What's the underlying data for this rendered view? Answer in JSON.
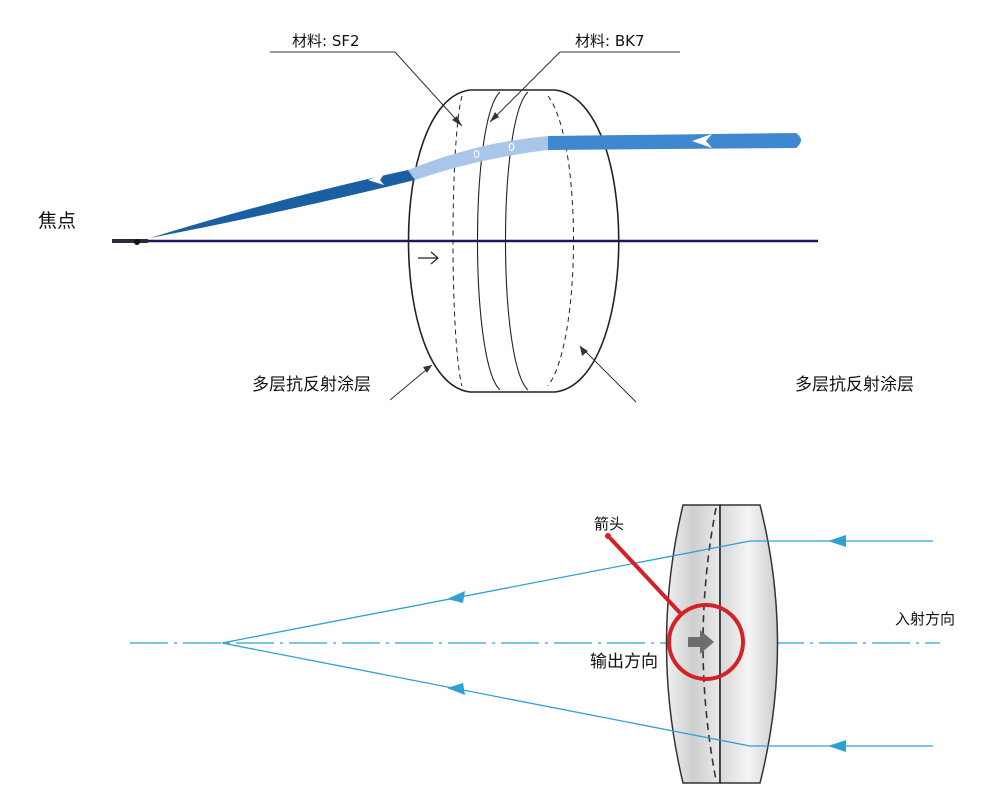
{
  "top_diagram": {
    "label_material_1": "材料: SF2",
    "label_material_2": "材料: BK7",
    "label_focus": "焦点",
    "label_coating_left": "多层抗反射涂层",
    "label_coating_right": "多层抗反射涂层"
  },
  "bottom_diagram": {
    "label_arrow": "箭头",
    "label_incident_direction": "入射方向",
    "label_output_direction": "输出方向"
  },
  "colors": {
    "beam_dark": "#1b5fa3",
    "beam_mid": "#3f88cf",
    "beam_light": "#a9c6ea",
    "axis_dark": "#1a1a5a",
    "ray_light": "#2ea0d4",
    "highlight_red": "#d42027",
    "lens_outline": "#222222",
    "arrow_gray": "#6e6e6e"
  }
}
